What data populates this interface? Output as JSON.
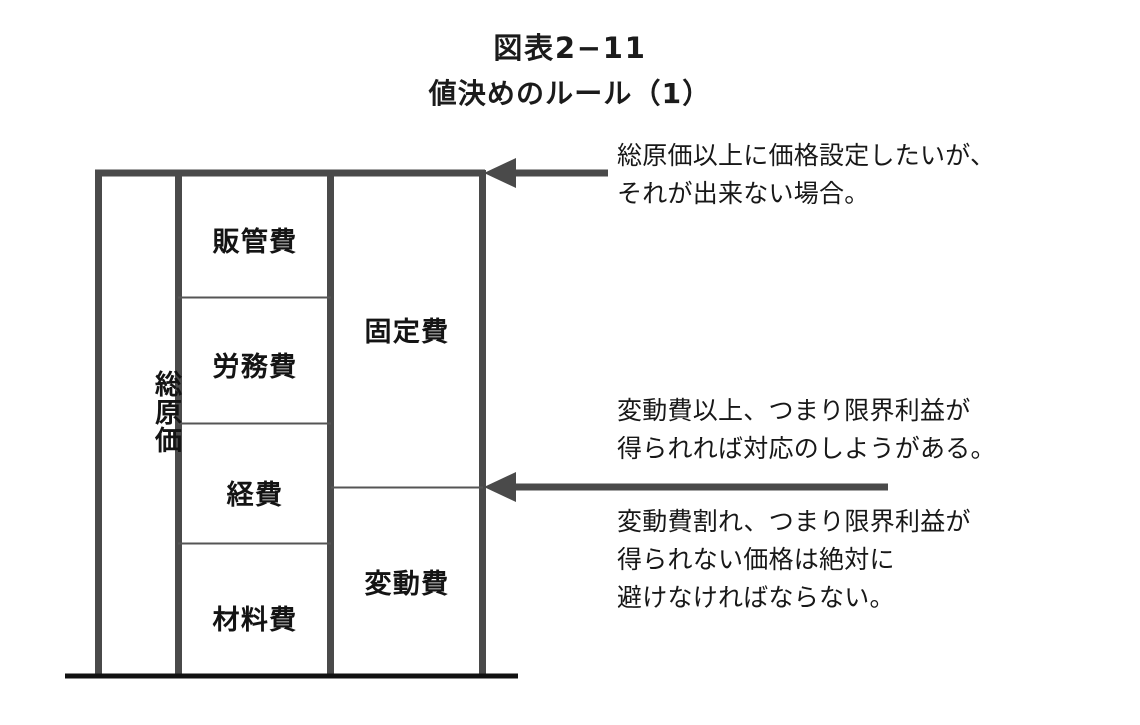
{
  "header": {
    "figure_number": "図表2−11",
    "title": "値決めのルール（1）"
  },
  "diagram": {
    "type": "cost-structure-stacked-columns",
    "colors": {
      "border_dark": "#4a4a4a",
      "divider_thin": "#555555",
      "baseline": "#111111",
      "arrow": "#4a4a4a",
      "text": "#141414",
      "background": "#ffffff"
    },
    "columns": [
      {
        "id": "total-cost",
        "label": "総原価",
        "orientation": "vertical",
        "cells": [
          {
            "id": "total-cost-whole",
            "label": "総原価"
          }
        ]
      },
      {
        "id": "cost-elements",
        "label": "",
        "orientation": "horizontal",
        "cells": [
          {
            "id": "selling-admin-expense",
            "label": "販管費"
          },
          {
            "id": "labor-cost",
            "label": "労務費"
          },
          {
            "id": "overhead-expense",
            "label": "経費"
          },
          {
            "id": "material-cost",
            "label": "材料費"
          }
        ]
      },
      {
        "id": "cost-behaviour",
        "label": "",
        "orientation": "horizontal",
        "cells": [
          {
            "id": "fixed-cost",
            "label": "固定費"
          },
          {
            "id": "variable-cost",
            "label": "変動費"
          }
        ]
      }
    ]
  },
  "annotations": [
    {
      "id": "annotation-total-cost",
      "target": "top-of-total-cost",
      "text": "総原価以上に価格設定したいが、\n それが出来ない場合。"
    },
    {
      "id": "annotation-above-variable-cost",
      "target": "fixed-variable-boundary",
      "text": "変動費以上、つまり限界利益が\n得られれば対応のしようがある。"
    },
    {
      "id": "annotation-below-variable-cost",
      "target": "fixed-variable-boundary",
      "text": "変動費割れ、つまり限界利益が\n得られない価格は絶対に\n避けなければならない。"
    }
  ]
}
